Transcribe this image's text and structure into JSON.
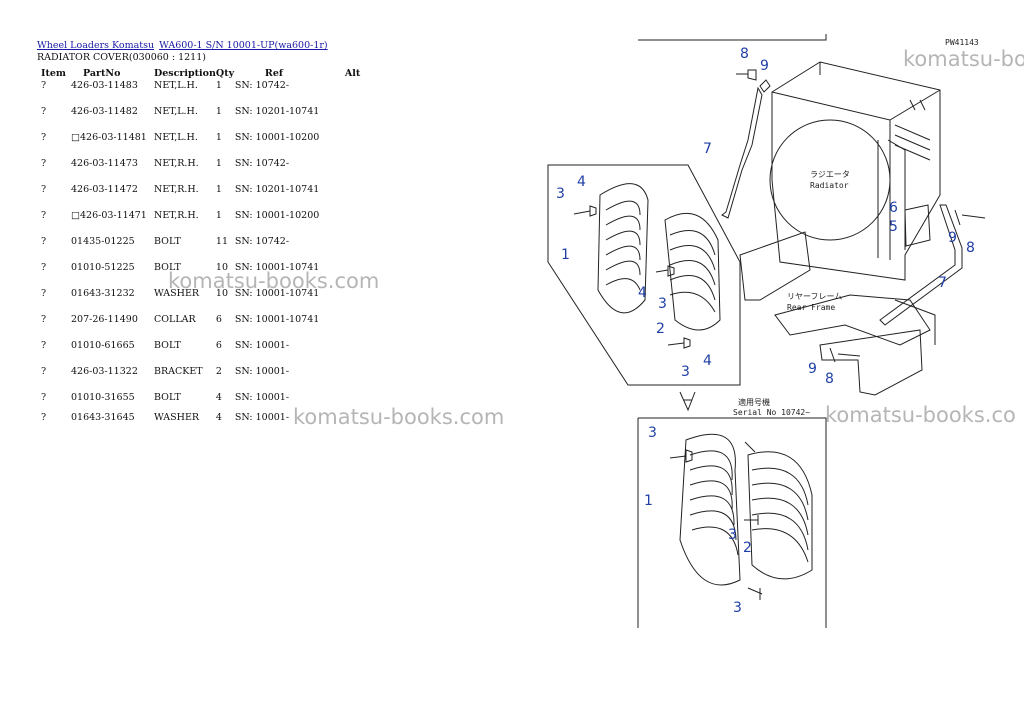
{
  "breadcrumb": {
    "link1": "Wheel Loaders Komatsu",
    "link2": "WA600-1 S/N 10001-UP(wa600-1r)"
  },
  "subtitle": "RADIATOR COVER(030060 : 1211)",
  "table": {
    "headers": [
      "Item",
      "PartNo",
      "Description",
      "Qty",
      "Ref",
      "Alt"
    ],
    "rows": [
      {
        "item": "?",
        "part": "426-03-11483",
        "desc": "NET,L.H.",
        "qty": "1",
        "ref": "SN: 10742-"
      },
      {
        "item": "?",
        "part": "426-03-11482",
        "desc": "NET,L.H.",
        "qty": "1",
        "ref": "SN: 10201-10741"
      },
      {
        "item": "?",
        "part": "□426-03-11481",
        "desc": "NET,L.H.",
        "qty": "1",
        "ref": "SN: 10001-10200"
      },
      {
        "item": "?",
        "part": "426-03-11473",
        "desc": "NET,R.H.",
        "qty": "1",
        "ref": "SN: 10742-"
      },
      {
        "item": "?",
        "part": "426-03-11472",
        "desc": "NET,R.H.",
        "qty": "1",
        "ref": "SN: 10201-10741"
      },
      {
        "item": "?",
        "part": "□426-03-11471",
        "desc": "NET,R.H.",
        "qty": "1",
        "ref": "SN: 10001-10200"
      },
      {
        "item": "?",
        "part": "01435-01225",
        "desc": "BOLT",
        "qty": "11",
        "ref": "SN: 10742-"
      },
      {
        "item": "?",
        "part": "01010-51225",
        "desc": "BOLT",
        "qty": "10",
        "ref": "SN: 10001-10741"
      },
      {
        "item": "?",
        "part": "01643-31232",
        "desc": "WASHER",
        "qty": "10",
        "ref": "SN: 10001-10741"
      },
      {
        "item": "?",
        "part": "207-26-11490",
        "desc": "COLLAR",
        "qty": "6",
        "ref": "SN: 10001-10741"
      },
      {
        "item": "?",
        "part": "01010-61665",
        "desc": "BOLT",
        "qty": "6",
        "ref": "SN: 10001-"
      },
      {
        "item": "?",
        "part": "426-03-11322",
        "desc": "BRACKET",
        "qty": "2",
        "ref": "SN: 10001-"
      },
      {
        "item": "?",
        "part": "01010-31655",
        "desc": "BOLT",
        "qty": "4",
        "ref": "SN: 10001-"
      },
      {
        "item": "?",
        "part": "01643-31645",
        "desc": "WASHER",
        "qty": "4",
        "ref": "SN: 10001-"
      }
    ]
  },
  "diagram": {
    "code": "PW41143",
    "radiator_jp": "ラジエータ",
    "radiator_en": "Radiator",
    "rear_frame_jp": "リヤーフレーム",
    "rear_frame_en": "Rear Frame",
    "serial_jp": "適用号機",
    "serial_en": "Serial No 10742~",
    "callouts": {
      "c8a": "8",
      "c9a": "9",
      "c7a": "7",
      "c3a": "3",
      "c4a": "4",
      "c1a": "1",
      "c4b": "4",
      "c3b": "3",
      "c2a": "2",
      "c3c": "3",
      "c4c": "4",
      "c6": "6",
      "c5": "5",
      "c9b": "9",
      "c8b": "8",
      "c7b": "7",
      "c9c": "9",
      "c8c": "8",
      "c3d": "3",
      "c1b": "1",
      "c3e": "3",
      "c2b": "2",
      "c3f": "3"
    }
  },
  "watermarks": {
    "w1": "komatsu-books.com",
    "w2": "komatsu-books.com",
    "w3": "komatsu-books.co",
    "w4": "komatsu-bo"
  },
  "colors": {
    "link": "#1a1aa6",
    "callout": "#1f3fa6",
    "watermark": "#787878"
  }
}
